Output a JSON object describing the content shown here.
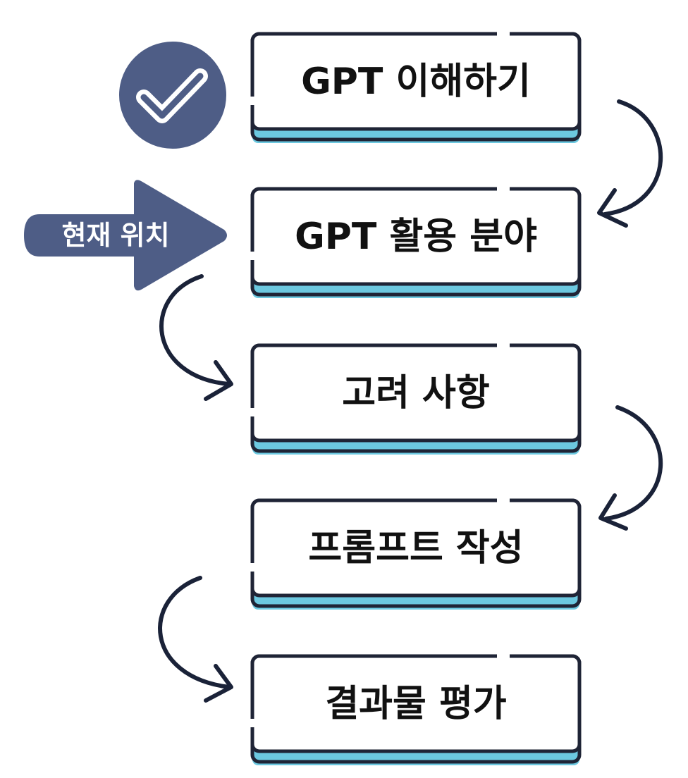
{
  "flow": {
    "steps": [
      {
        "label": "GPT 이해하기",
        "status": "done"
      },
      {
        "label": "GPT 활용 분야",
        "status": "current"
      },
      {
        "label": "고려 사항",
        "status": "pending"
      },
      {
        "label": "프롬프트 작성",
        "status": "pending"
      },
      {
        "label": "결과물 평가",
        "status": "pending"
      }
    ],
    "current_marker": {
      "label": "현재 위치",
      "icon": "arrow-right-icon"
    },
    "done_marker": {
      "icon": "checkmark-icon"
    }
  },
  "colors": {
    "box_border": "#1f2436",
    "box_fill": "#ffffff",
    "box_accent": "#6cc8e0",
    "marker_fill": "#4e5d86",
    "connector": "#1a2238"
  }
}
